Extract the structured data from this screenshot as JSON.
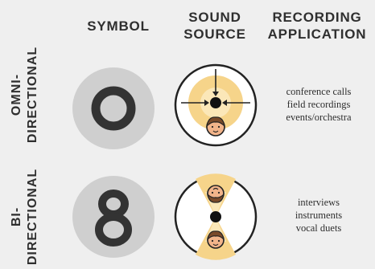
{
  "headers": {
    "symbol": [
      "SYMBOL"
    ],
    "sound_source": [
      "SOUND",
      "SOURCE"
    ],
    "recording_application": [
      "RECORDING",
      "APPLICATION"
    ]
  },
  "rows": [
    {
      "label": [
        "OMNI-",
        "DIRECTIONAL"
      ],
      "symbol_glyph": "O",
      "applications": [
        "conference calls",
        "field recordings",
        "events/orchestra"
      ]
    },
    {
      "label": [
        "BI-",
        "DIRECTIONAL"
      ],
      "symbol_glyph": "8",
      "applications": [
        "interviews",
        "instruments",
        "vocal duets"
      ]
    }
  ],
  "colors": {
    "background": "#efefef",
    "symbol_disc": "#cfcfcf",
    "symbol_ring": "#3a3a3a",
    "pickup_pattern": "#f6d48a",
    "pickup_pattern_core": "#fbe7b8",
    "skin": "#f2b48a",
    "hair": "#7a4a2a",
    "outline": "#222222"
  },
  "icons": {
    "omni_source": "microphone-omni-pattern-icon",
    "bi_source": "microphone-figure8-pattern-icon",
    "person": "person-head-icon"
  }
}
